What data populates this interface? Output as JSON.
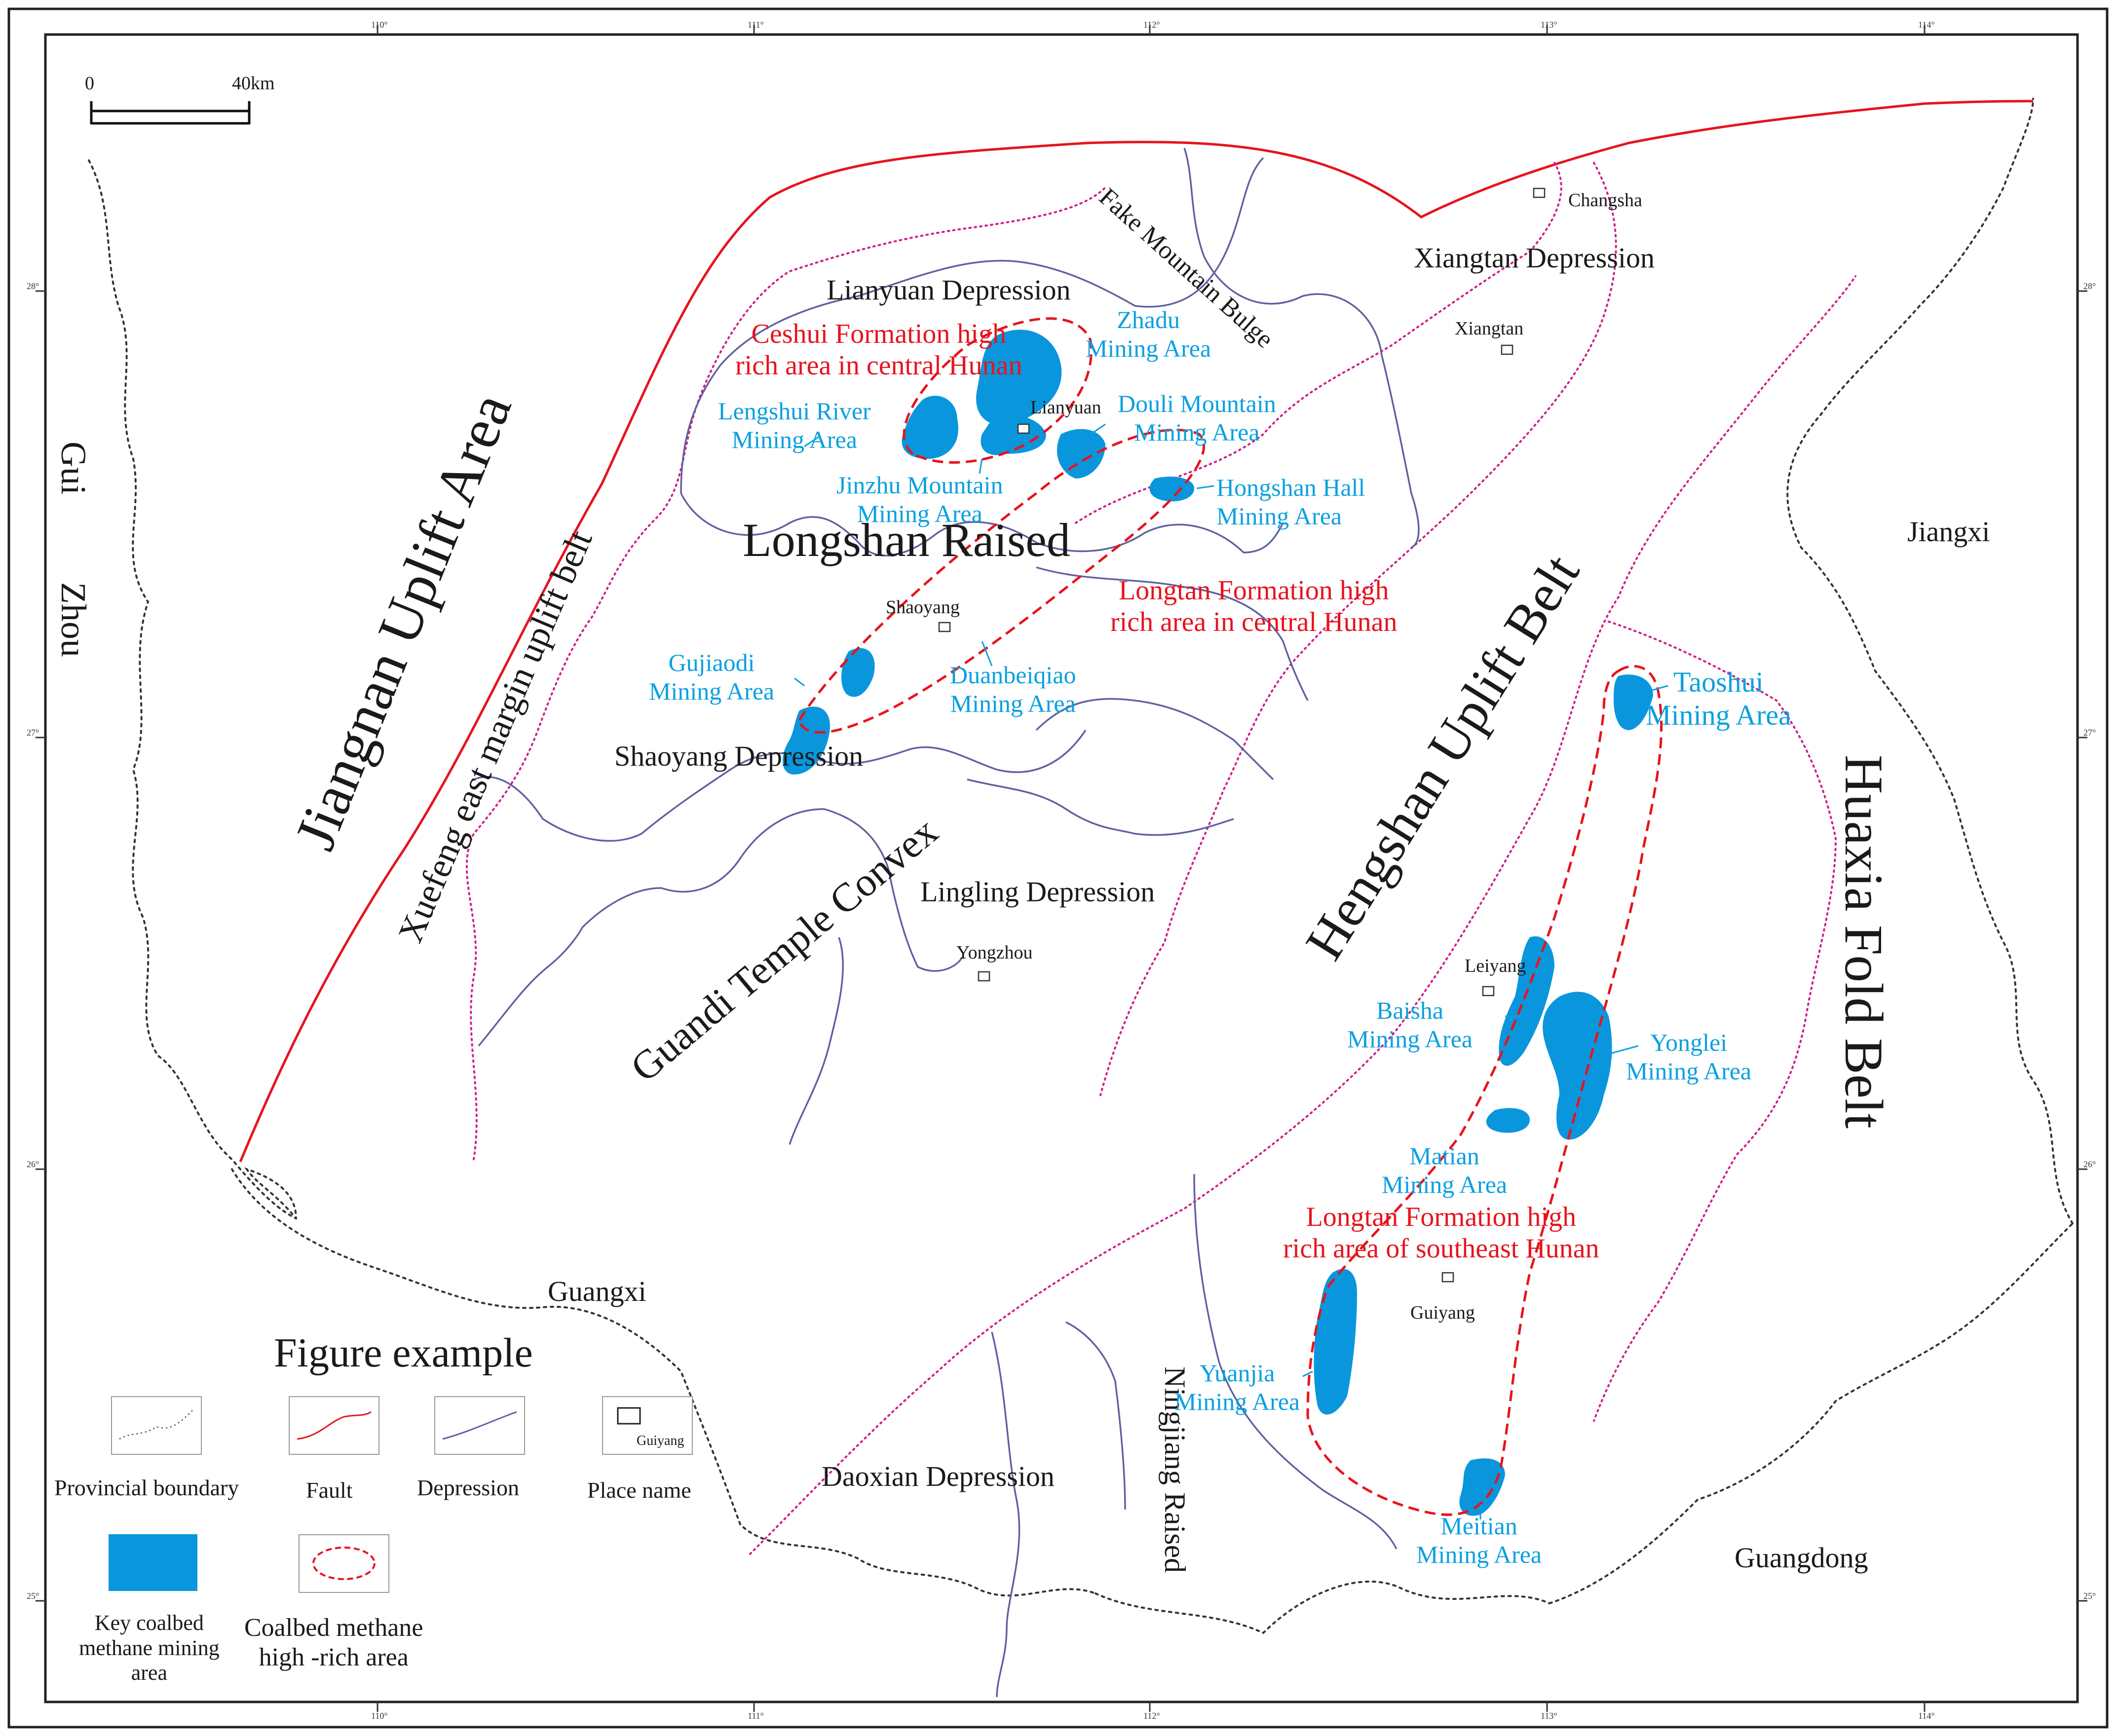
{
  "scale_bar": {
    "zero": "0",
    "max": "40km"
  },
  "lon_ticks": [
    "110°",
    "111°",
    "112°",
    "113°",
    "114°"
  ],
  "lat_ticks": [
    "28°",
    "27°",
    "26°",
    "25°"
  ],
  "regions": {
    "jiangnan": "Jiangnan Uplift Area",
    "xuefeng": "Xuefeng east margin uplift belt",
    "gui": "Gui",
    "zhou": "Zhou",
    "fake_mountain": "Fake Mountain Bulge",
    "xiangtan_dep": "Xiangtan Depression",
    "lianyuan_dep": "Lianyuan Depression",
    "longshan": "Longshan Raised",
    "shaoyang_dep": "Shaoyang Depression",
    "guandi": "Guandi Temple Convex",
    "lingling_dep": "Lingling Depression",
    "hengshan": "Hengshan Uplift Belt",
    "huaxia": "Huaxia Fold Belt",
    "jiangxi": "Jiangxi",
    "guangxi": "Guangxi",
    "guangdong": "Guangdong",
    "daoxian_dep": "Daoxian Depression",
    "ningjiang": "Ningjiang Raised"
  },
  "places": {
    "changsha": "Changsha",
    "xiangtan": "Xiangtan",
    "lianyuan": "Lianyuan",
    "shaoyang": "Shaoyang",
    "yongzhou": "Yongzhou",
    "leiyang": "Leiyang",
    "guiyang": "Guiyang"
  },
  "mining_areas": {
    "zhadu": "Zhadu\nMining Area",
    "lengshui": "Lengshui River\nMining Area",
    "douli": "Douli Mountain\nMining Area",
    "jinzhu": "Jinzhu Mountain\nMining Area",
    "hongshan": "Hongshan Hall\nMining Area",
    "gujiaodi": "Gujiaodi\nMining Area",
    "duanbeiqiao": "Duanbeiqiao\nMining Area",
    "taoshui": "Taoshui\nMining Area",
    "baisha": "Baisha\nMining Area",
    "yonglei": "Yonglei\nMining Area",
    "matian": "Matian\nMining Area",
    "yuanjia": "Yuanjia\nMining Area",
    "meitian": "Meitian\nMining Area"
  },
  "rich_areas": {
    "ceshui": "Ceshui Formation high\nrich area in central Hunan",
    "longtan_central": "Longtan Formation high\nrich area in central Hunan",
    "longtan_se": "Longtan Formation high\nrich area of southeast Hunan"
  },
  "legend": {
    "title": "Figure example",
    "provincial_boundary": "Provincial boundary",
    "fault": "Fault",
    "depression": "Depression",
    "place_name": "Place name",
    "place_sample": "Guiyang",
    "mining_area": "Key coalbed\nmethane mining\narea",
    "rich_area": "Coalbed methane\nhigh -rich area"
  },
  "colors": {
    "fault": "#e6141e",
    "depression": "#6060a0",
    "uplift_boundary": "#d0208a",
    "mining": "#0a96dc",
    "rich_area": "#e6141e",
    "province": "#333333"
  }
}
